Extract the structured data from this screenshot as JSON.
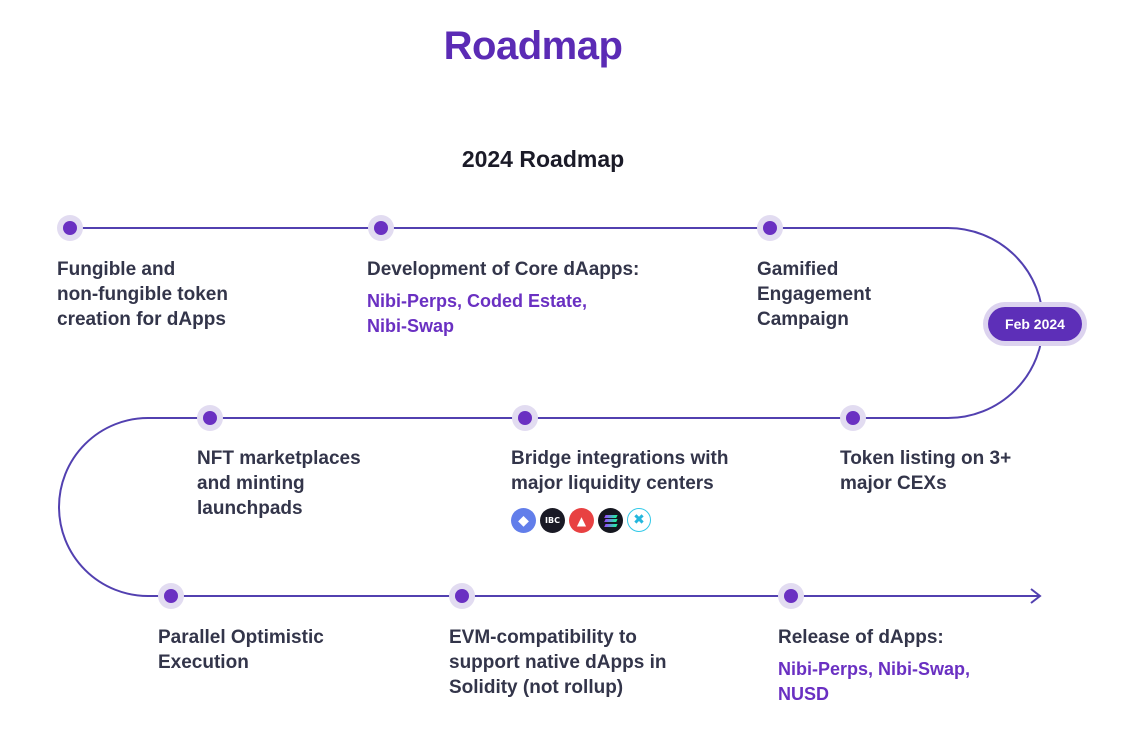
{
  "page": {
    "title": "Roadmap",
    "subtitle": "2024 Roadmap"
  },
  "badge": {
    "label": "Feb 2024"
  },
  "colors": {
    "accent": "#6a30c2",
    "track": "#5240b0",
    "text": "#33354a",
    "badge_bg": "#5d2fb8"
  },
  "row1": [
    {
      "main": "Fungible and\nnon-fungible token\ncreation for dApps",
      "sub": ""
    },
    {
      "main": "Development of Core dAapps:",
      "sub": "Nibi-Perps, Coded Estate,\nNibi-Swap"
    },
    {
      "main": "Gamified\nEngagement\nCampaign",
      "sub": ""
    }
  ],
  "row2": [
    {
      "main": "NFT marketplaces\nand minting\nlaunchpads",
      "sub": ""
    },
    {
      "main": "Bridge integrations with\nmajor liquidity centers",
      "sub": ""
    },
    {
      "main": "Token listing on 3+\nmajor CEXs",
      "sub": ""
    }
  ],
  "row3": [
    {
      "main": "Parallel Optimistic\nExecution",
      "sub": ""
    },
    {
      "main": "EVM-compatibility to\nsupport native dApps in\nSolidity (not rollup)",
      "sub": ""
    },
    {
      "main": "Release of dApps:",
      "sub": "Nibi-Perps, Nibi-Swap,\nNUSD"
    }
  ],
  "chain_icons": [
    {
      "name": "ethereum-icon",
      "glyph": "◆"
    },
    {
      "name": "ibc-icon",
      "glyph": "IBC"
    },
    {
      "name": "avalanche-icon",
      "glyph": "▲"
    },
    {
      "name": "solana-icon",
      "glyph": ""
    },
    {
      "name": "cross-chain-icon",
      "glyph": "✖"
    }
  ]
}
